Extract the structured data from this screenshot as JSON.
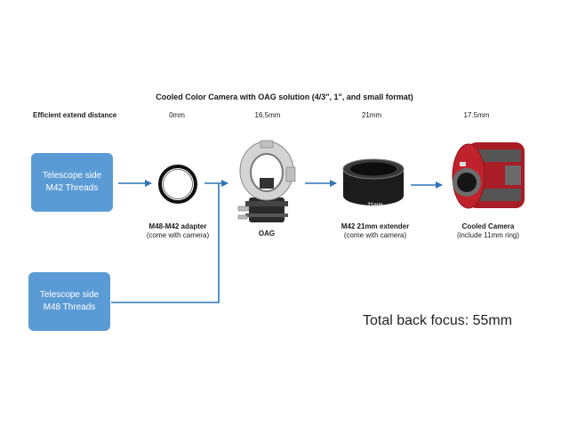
{
  "title": "Cooled Color Camera with OAG solution (4/3\", 1\", and small format)",
  "header": {
    "label": "Efficient extend distance",
    "distances": [
      "0mm",
      "16.5mm",
      "21mm",
      "17.5mm"
    ]
  },
  "sources": [
    {
      "line1": "Telescope side",
      "line2": "M42 Threads"
    },
    {
      "line1": "Telescope side",
      "line2": "M48 Threads"
    }
  ],
  "components": [
    {
      "name": "M48-M42 adapter",
      "note": "(come with camera)"
    },
    {
      "name": "OAG",
      "note": ""
    },
    {
      "name": "M42 21mm extender",
      "note": "(come with camera)",
      "engraving": "21mm"
    },
    {
      "name": "Cooled Camera",
      "note": "(include 11mm ring)"
    }
  ],
  "total": "Total back focus: 55mm",
  "colors": {
    "box": "#5b9bd5",
    "arrow": "#2e75b6",
    "camera": "#c0222c"
  }
}
